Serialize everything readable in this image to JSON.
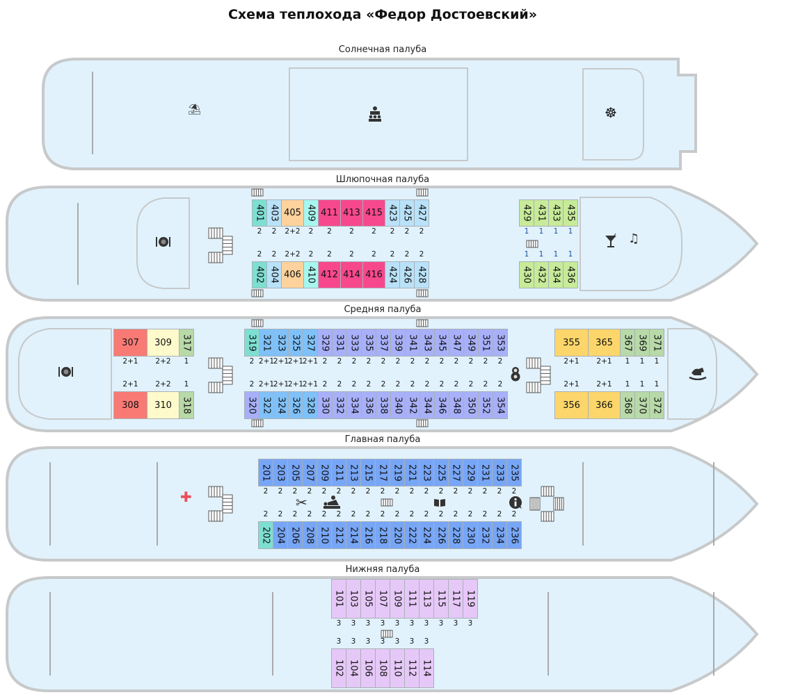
{
  "title": "Схема теплохода «Федор Достоевский»",
  "palette": {
    "teal": "#7ddfd2",
    "lightblue": "#b9e2f9",
    "peach": "#fdd29c",
    "aqua": "#a6f7ef",
    "pink": "#f8488d",
    "lime": "#c7eb99",
    "red": "#f97a75",
    "cream": "#fefacb",
    "sage": "#b8d9a8",
    "blue": "#7fc1f8",
    "lavender": "#a8b0f9",
    "yellow": "#fcd66a",
    "mainblue": "#77a6f7",
    "lilac": "#e6c8f8",
    "hull_fill": "#e1f2fc",
    "hull_stroke": "#c7c9ca",
    "accent_red": "#e8505b"
  },
  "decks": [
    {
      "title": "Солнечная палуба",
      "icons": [
        "beach-umbrella",
        "conference",
        "ship-wheel"
      ],
      "groups": []
    },
    {
      "title": "Шлюпочная палуба",
      "icons": [
        "restaurant",
        "cocktail-bar",
        "music"
      ],
      "groups": [
        {
          "top": [
            [
              "401",
              "2",
              "teal"
            ],
            [
              "403",
              "2",
              "lightblue"
            ],
            [
              "405",
              "2+2",
              "peach"
            ],
            [
              "409",
              "2",
              "aqua"
            ],
            [
              "411",
              "2",
              "pink"
            ],
            [
              "413",
              "2",
              "pink"
            ],
            [
              "415",
              "2",
              "pink"
            ],
            [
              "423",
              "2",
              "lightblue"
            ],
            [
              "425",
              "2",
              "lightblue"
            ],
            [
              "427",
              "2",
              "lightblue"
            ]
          ],
          "bottom": [
            [
              "402",
              "2",
              "teal"
            ],
            [
              "404",
              "2",
              "lightblue"
            ],
            [
              "406",
              "2+2",
              "peach"
            ],
            [
              "410",
              "2",
              "aqua"
            ],
            [
              "412",
              "2",
              "pink"
            ],
            [
              "414",
              "2",
              "pink"
            ],
            [
              "416",
              "2",
              "pink"
            ],
            [
              "424",
              "2",
              "lightblue"
            ],
            [
              "426",
              "2",
              "lightblue"
            ],
            [
              "428",
              "2",
              "lightblue"
            ]
          ]
        },
        {
          "top": [
            [
              "429",
              "1",
              "lime"
            ],
            [
              "431",
              "1",
              "lime"
            ],
            [
              "433",
              "1",
              "lime"
            ],
            [
              "435",
              "1",
              "lime"
            ]
          ],
          "bottom": [
            [
              "430",
              "1",
              "lime"
            ],
            [
              "432",
              "1",
              "lime"
            ],
            [
              "434",
              "1",
              "lime"
            ],
            [
              "436",
              "1",
              "lime"
            ]
          ]
        }
      ]
    },
    {
      "title": "Средняя палуба",
      "icons": [
        "restaurant",
        "children-room",
        "rocking-horse"
      ],
      "groups": [
        {
          "top": [
            [
              "307",
              "2+1",
              "red"
            ],
            [
              "309",
              "2+2",
              "cream"
            ],
            [
              "317",
              "1",
              "sage"
            ]
          ],
          "bottom": [
            [
              "308",
              "2+1",
              "red"
            ],
            [
              "310",
              "2+2",
              "cream"
            ],
            [
              "318",
              "1",
              "sage"
            ]
          ]
        },
        {
          "top": [
            [
              "319",
              "2",
              "teal"
            ],
            [
              "321",
              "2+1",
              "blue"
            ],
            [
              "323",
              "2+1",
              "blue"
            ],
            [
              "325",
              "2+1",
              "blue"
            ],
            [
              "327",
              "2+1",
              "blue"
            ],
            [
              "329",
              "2",
              "lavender"
            ],
            [
              "331",
              "2",
              "lavender"
            ],
            [
              "333",
              "2",
              "lavender"
            ],
            [
              "335",
              "2",
              "lavender"
            ],
            [
              "337",
              "2",
              "lavender"
            ],
            [
              "339",
              "2",
              "lavender"
            ],
            [
              "341",
              "2",
              "lavender"
            ],
            [
              "343",
              "2",
              "lavender"
            ],
            [
              "345",
              "2",
              "lavender"
            ],
            [
              "347",
              "2",
              "lavender"
            ],
            [
              "349",
              "2",
              "lavender"
            ],
            [
              "351",
              "2",
              "lavender"
            ],
            [
              "353",
              "2",
              "lavender"
            ]
          ],
          "bottom": [
            [
              "320",
              "2",
              "lavender"
            ],
            [
              "322",
              "2+1",
              "blue"
            ],
            [
              "324",
              "2+1",
              "blue"
            ],
            [
              "326",
              "2+1",
              "blue"
            ],
            [
              "328",
              "2+1",
              "blue"
            ],
            [
              "330",
              "2",
              "lavender"
            ],
            [
              "332",
              "2",
              "lavender"
            ],
            [
              "334",
              "2",
              "lavender"
            ],
            [
              "336",
              "2",
              "lavender"
            ],
            [
              "338",
              "2",
              "lavender"
            ],
            [
              "340",
              "2",
              "lavender"
            ],
            [
              "342",
              "2",
              "lavender"
            ],
            [
              "344",
              "2",
              "lavender"
            ],
            [
              "346",
              "2",
              "lavender"
            ],
            [
              "348",
              "2",
              "lavender"
            ],
            [
              "350",
              "2",
              "lavender"
            ],
            [
              "352",
              "2",
              "lavender"
            ],
            [
              "354",
              "2",
              "lavender"
            ]
          ]
        },
        {
          "top": [
            [
              "355",
              "2+1",
              "yellow"
            ],
            [
              "365",
              "2+1",
              "yellow"
            ],
            [
              "367",
              "1",
              "sage"
            ],
            [
              "369",
              "1",
              "sage"
            ],
            [
              "371",
              "1",
              "sage"
            ]
          ],
          "bottom": [
            [
              "356",
              "2+1",
              "yellow"
            ],
            [
              "366",
              "2+1",
              "yellow"
            ],
            [
              "368",
              "1",
              "sage"
            ],
            [
              "370",
              "1",
              "sage"
            ],
            [
              "372",
              "1",
              "sage"
            ]
          ]
        }
      ]
    },
    {
      "title": "Главная палуба",
      "icons": [
        "medical-cross",
        "scissors",
        "massage",
        "library-book",
        "info"
      ],
      "groups": [
        {
          "top": [
            [
              "201",
              "2",
              "mainblue"
            ],
            [
              "203",
              "2",
              "mainblue"
            ],
            [
              "205",
              "2",
              "mainblue"
            ],
            [
              "207",
              "2",
              "mainblue"
            ],
            [
              "209",
              "2",
              "mainblue"
            ],
            [
              "211",
              "2",
              "mainblue"
            ],
            [
              "213",
              "2",
              "mainblue"
            ],
            [
              "215",
              "2",
              "mainblue"
            ],
            [
              "217",
              "2",
              "mainblue"
            ],
            [
              "219",
              "2",
              "mainblue"
            ],
            [
              "221",
              "2",
              "mainblue"
            ],
            [
              "223",
              "2",
              "mainblue"
            ],
            [
              "225",
              "2",
              "mainblue"
            ],
            [
              "227",
              "2",
              "mainblue"
            ],
            [
              "229",
              "2",
              "mainblue"
            ],
            [
              "231",
              "2",
              "mainblue"
            ],
            [
              "233",
              "2",
              "mainblue"
            ],
            [
              "235",
              "2",
              "mainblue"
            ]
          ],
          "bottom": [
            [
              "202",
              "2",
              "teal"
            ],
            [
              "204",
              "2",
              "mainblue"
            ],
            [
              "206",
              "2",
              "mainblue"
            ],
            [
              "208",
              "2",
              "mainblue"
            ],
            [
              "210",
              "2",
              "mainblue"
            ],
            [
              "212",
              "2",
              "mainblue"
            ],
            [
              "214",
              "2",
              "mainblue"
            ],
            [
              "216",
              "2",
              "mainblue"
            ],
            [
              "218",
              "2",
              "mainblue"
            ],
            [
              "220",
              "2",
              "mainblue"
            ],
            [
              "222",
              "2",
              "mainblue"
            ],
            [
              "224",
              "2",
              "mainblue"
            ],
            [
              "226",
              "2",
              "mainblue"
            ],
            [
              "228",
              "2",
              "mainblue"
            ],
            [
              "230",
              "2",
              "mainblue"
            ],
            [
              "232",
              "2",
              "mainblue"
            ],
            [
              "234",
              "2",
              "mainblue"
            ],
            [
              "236",
              "2",
              "mainblue"
            ]
          ]
        }
      ]
    },
    {
      "title": "Нижняя палуба",
      "icons": [],
      "groups": [
        {
          "top": [
            [
              "101",
              "3",
              "lilac"
            ],
            [
              "103",
              "3",
              "lilac"
            ],
            [
              "105",
              "3",
              "lilac"
            ],
            [
              "107",
              "3",
              "lilac"
            ],
            [
              "109",
              "3",
              "lilac"
            ],
            [
              "111",
              "3",
              "lilac"
            ],
            [
              "113",
              "3",
              "lilac"
            ],
            [
              "115",
              "3",
              "lilac"
            ],
            [
              "117",
              "3",
              "lilac"
            ],
            [
              "119",
              "3",
              "lilac"
            ]
          ],
          "bottom": [
            [
              "102",
              "3",
              "lilac"
            ],
            [
              "104",
              "3",
              "lilac"
            ],
            [
              "106",
              "3",
              "lilac"
            ],
            [
              "108",
              "3",
              "lilac"
            ],
            [
              "110",
              "3",
              "lilac"
            ],
            [
              "112",
              "3",
              "lilac"
            ],
            [
              "114",
              "3",
              "lilac"
            ]
          ]
        }
      ]
    }
  ]
}
